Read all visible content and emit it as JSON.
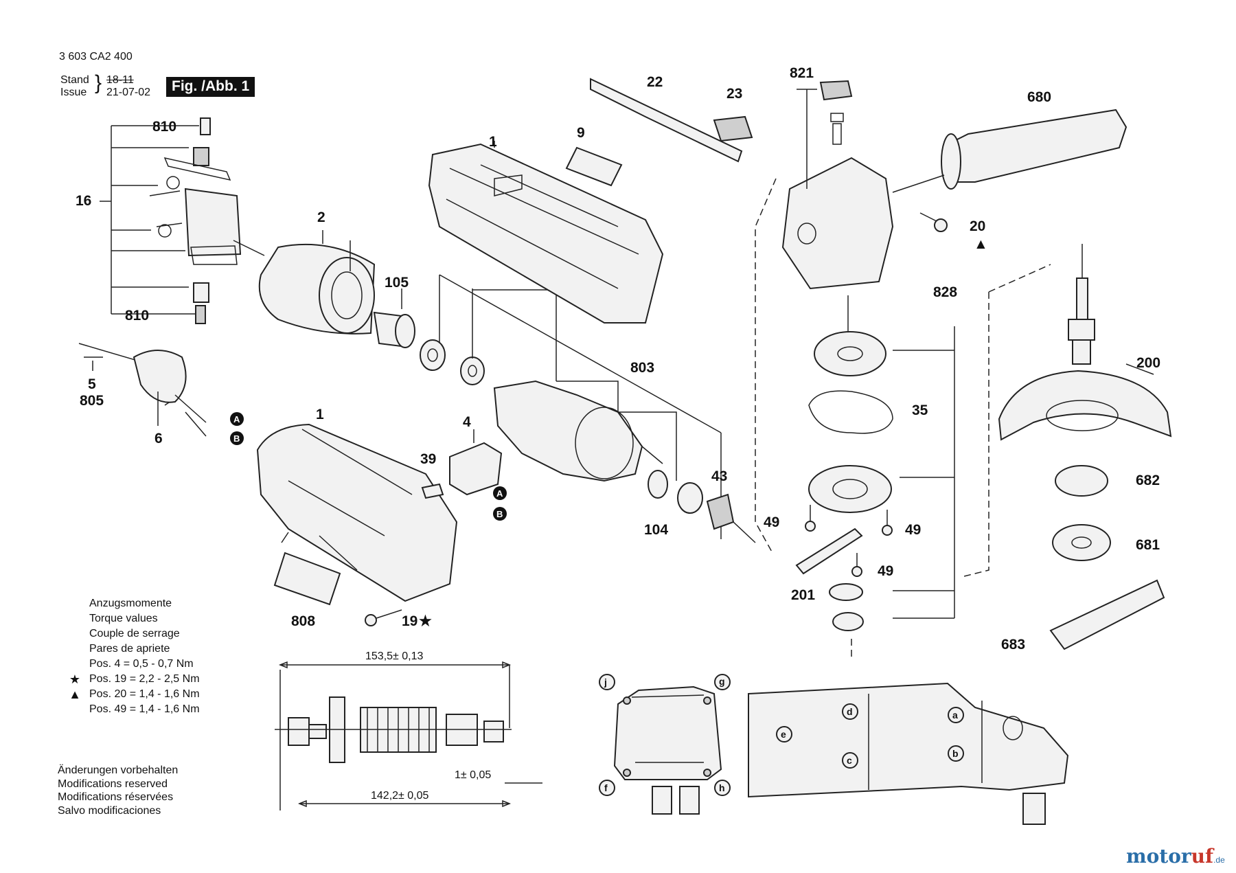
{
  "header": {
    "doc_number": "3 603 CA2 400",
    "stand_label": "Stand",
    "issue_label": "Issue",
    "stand_value": "18-11",
    "issue_value": "21-07-02",
    "figure_badge": "Fig. /Abb. 1"
  },
  "torque": {
    "title_de": "Anzugsmomente",
    "title_en": "Torque values",
    "title_fr": "Couple de serrage",
    "title_es": "Pares de apriete",
    "rows": [
      {
        "symbol": "",
        "text": "Pos.   4 = 0,5 - 0,7 Nm"
      },
      {
        "symbol": "★",
        "text": "Pos. 19 = 2,2 - 2,5 Nm"
      },
      {
        "symbol": "▲",
        "text": "Pos. 20 = 1,4 - 1,6 Nm"
      },
      {
        "symbol": "",
        "text": "Pos. 49 = 1,4 - 1,6 Nm"
      }
    ]
  },
  "modifications": [
    "Änderungen vorbehalten",
    "Modifications reserved",
    "Modifications réservées",
    "Salvo modificaciones"
  ],
  "dimensions": {
    "overall": "153,5± 0,13",
    "offset": "1± 0,05",
    "body": "142,2± 0,05"
  },
  "part_labels": {
    "p810a": "810",
    "p16": "16",
    "p810b": "810",
    "p2": "2",
    "p105": "105",
    "p1a": "1",
    "p9": "9",
    "p22": "22",
    "p23": "23",
    "p821": "821",
    "p680": "680",
    "p20": "20",
    "p828": "828",
    "p200": "200",
    "p35": "35",
    "p5": "5",
    "p805": "805",
    "p6": "6",
    "p1b": "1",
    "p4": "4",
    "p39": "39",
    "p803": "803",
    "p43": "43",
    "p104": "104",
    "p49a": "49",
    "p49b": "49",
    "p49c": "49",
    "p201": "201",
    "p682": "682",
    "p681": "681",
    "p683": "683",
    "p808": "808",
    "p19": "19"
  },
  "connector_marks": {
    "a": "A",
    "b": "B"
  },
  "view_letters": {
    "j": "j",
    "g": "g",
    "f": "f",
    "h": "h",
    "d": "d",
    "e": "e",
    "c": "c",
    "a": "a",
    "b": "b"
  },
  "symbols": {
    "star": "★",
    "triangle": "▲"
  },
  "brand": {
    "name_a": "motor",
    "name_b": "uf",
    "suffix": ".de"
  },
  "colors": {
    "brand_blue": "#2a6ea8",
    "brand_red": "#c7372b",
    "badge_bg": "#111111"
  }
}
